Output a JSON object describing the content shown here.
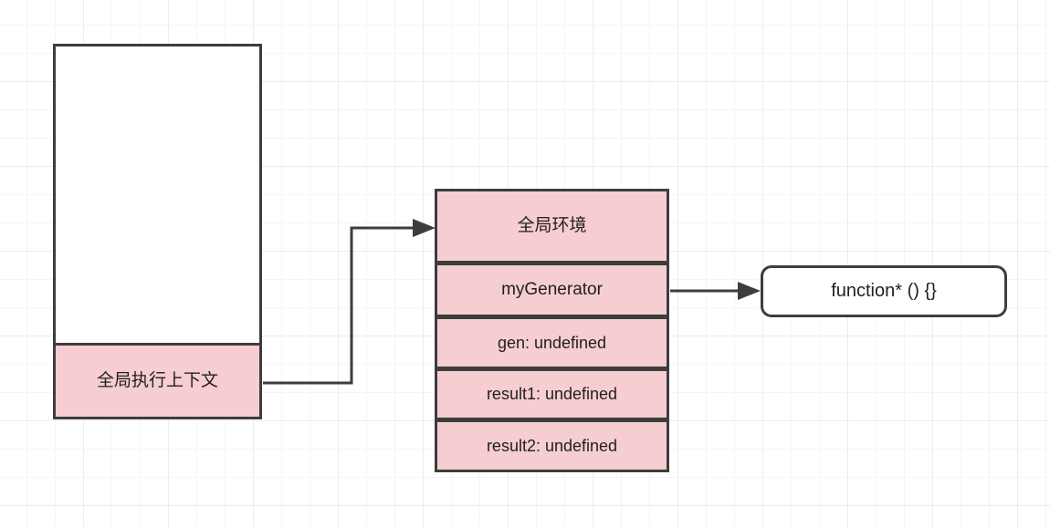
{
  "diagram": {
    "title": "JavaScript generator execution context diagram",
    "background": "#ffffff",
    "colors": {
      "fill_pink": "#f6cdd1",
      "fill_white": "#ffffff",
      "stroke": "#3d3d3d",
      "grid_minor": "#f5f5f5",
      "grid_major": "#ececec"
    }
  },
  "call_stack": {
    "name": "call-stack",
    "empty_area_label": "",
    "frames": [
      {
        "label": "全局执行上下文",
        "fill": "#f6cdd1"
      }
    ]
  },
  "environment": {
    "name": "global-environment",
    "rows": [
      {
        "label": "全局环境",
        "fill": "#f6cdd1"
      },
      {
        "label": "myGenerator",
        "fill": "#f6cdd1"
      },
      {
        "label": "gen: undefined",
        "fill": "#f6cdd1"
      },
      {
        "label": "result1: undefined",
        "fill": "#f6cdd1"
      },
      {
        "label": "result2: undefined",
        "fill": "#f6cdd1"
      }
    ]
  },
  "function_object": {
    "name": "function-object",
    "label": "function* () {}",
    "fill": "#ffffff"
  },
  "edges": [
    {
      "name": "edge-stack-to-environment",
      "from": "全局执行上下文",
      "to": "全局环境",
      "arrow": "right"
    },
    {
      "name": "edge-mygenerator-to-function",
      "from": "myGenerator",
      "to": "function* () {}",
      "arrow": "right"
    }
  ]
}
